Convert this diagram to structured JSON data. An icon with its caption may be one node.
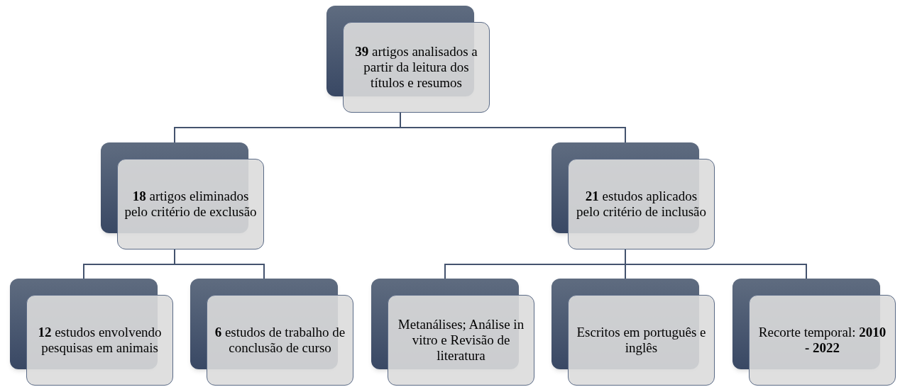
{
  "diagram": {
    "nodes": [
      {
        "text": [
          "**39** artigos analisados a partir da leitura dos títulos e resumos"
        ]
      },
      {
        "text": [
          "**18** artigos eliminados pelo critério de exclusão"
        ]
      },
      {
        "text": [
          "**21** estudos aplicados pelo critério de inclusão"
        ]
      },
      {
        "text": [
          "**12** estudos envolvendo pesquisas em animais"
        ]
      },
      {
        "text": [
          "**6** estudos de trabalho de conclusão de curso"
        ]
      },
      {
        "text": [
          "Metanálises; Análise in vitro e Revisão de literatura"
        ]
      },
      {
        "text": [
          "Escritos em português e inglês"
        ]
      },
      {
        "text": [
          "Recorte temporal: **2010 - 2022**"
        ]
      }
    ],
    "edges": [
      {
        "from": 0,
        "to": 1,
        "arrow": "none"
      },
      {
        "from": 0,
        "to": 2,
        "arrow": "none"
      },
      {
        "from": 1,
        "to": 3,
        "arrow": "none"
      },
      {
        "from": 1,
        "to": 4,
        "arrow": "none"
      },
      {
        "from": 2,
        "to": 5,
        "arrow": "none"
      },
      {
        "from": 2,
        "to": 6,
        "arrow": "none"
      },
      {
        "from": 2,
        "to": 7,
        "arrow": "none"
      }
    ]
  }
}
